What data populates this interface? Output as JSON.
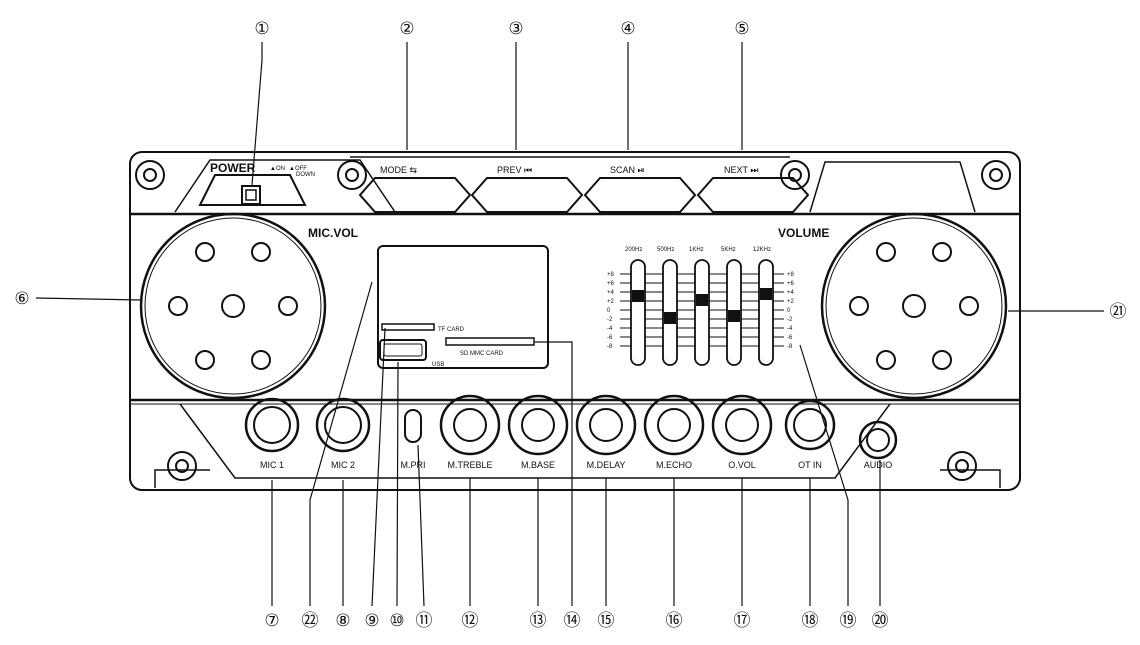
{
  "panel": {
    "power": "POWER",
    "power_on": "▲ON",
    "power_off": "▲OFF",
    "power_off2": "DOWN",
    "mic_vol": "MIC.VOL",
    "volume": "VOLUME",
    "tf_card": "TF CARD",
    "sd_card": "SD MMC CARD",
    "usb": "USB"
  },
  "buttons": [
    {
      "label": "MODE ⇆"
    },
    {
      "label": "PREV ⏮"
    },
    {
      "label": "SCAN ⏯"
    },
    {
      "label": "NEXT ⏭"
    }
  ],
  "eq": {
    "bands": [
      "200Hz",
      "500Hz",
      "1KHz",
      "5KHz",
      "12KHz"
    ],
    "scale": [
      "+8",
      "+6",
      "+4",
      "+2",
      "0",
      "-2",
      "-4",
      "-6",
      "-8"
    ]
  },
  "bottom_labels": [
    "MIC 1",
    "MIC 2",
    "M.PRI",
    "M.TREBLE",
    "M.BASE",
    "M.DELAY",
    "M.ECHO",
    "O.VOL",
    "OT IN",
    "AUDIO"
  ],
  "callouts": [
    "①",
    "②",
    "③",
    "④",
    "⑤",
    "⑥",
    "⑦",
    "⑧",
    "⑨",
    "⑩",
    "⑪",
    "⑫",
    "⑬",
    "⑭",
    "⑮",
    "⑯",
    "⑰",
    "⑱",
    "⑲",
    "⑳",
    "㉑",
    "㉒"
  ]
}
